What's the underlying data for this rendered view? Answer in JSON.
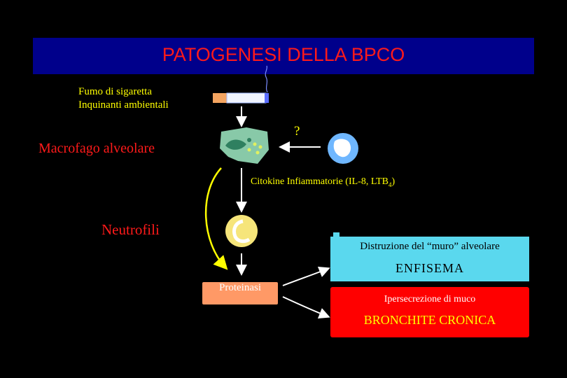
{
  "title": "PATOGENESI DELLA BPCO",
  "inputs": {
    "line1": "Fumo di sigaretta",
    "line2": "Inquinanti ambientali"
  },
  "macrophage_label": "Macrofago alveolare",
  "unknown_mark": "?",
  "cytokines": {
    "text": "Citokine Infiammatorie (IL-8, LTB",
    "subscript": "4",
    "close": ")"
  },
  "neutrophils_label": "Neutrofili",
  "proteinases_label": "Proteinasi",
  "emphysema": {
    "description": "Distruzione del “muro” alveolare",
    "name": "ENFISEMA"
  },
  "bronchitis": {
    "description": "Ipersecrezione di muco",
    "name": "BRONCHITE CRONICA"
  },
  "colors": {
    "background": "#000000",
    "title_bar": "#00008b",
    "title_text": "#ff1a1a",
    "label_yellow": "#ffff00",
    "label_red": "#ff1a1a",
    "emphysema_box": "#5ad8ee",
    "bronchitis_box": "#ff0000",
    "proteinases_box": "#ff9966",
    "arrow_white": "#ffffff",
    "arrow_yellow": "#ffff00"
  }
}
